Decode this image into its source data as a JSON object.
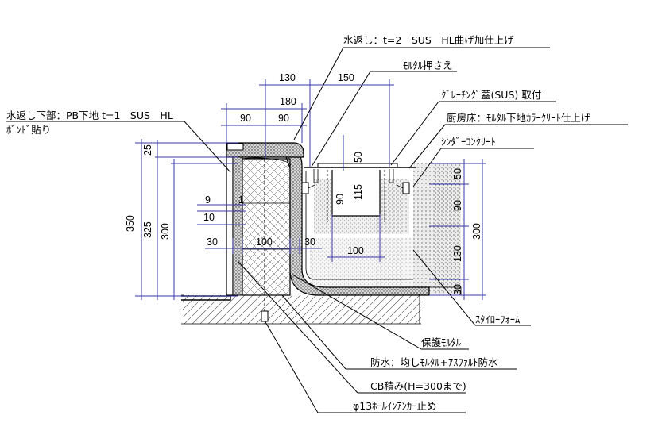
{
  "labels": {
    "top_return": "水返し：t=2　SUS　HL曲げ加仕上げ",
    "mortar_press": "ﾓﾙﾀﾙ押さえ",
    "grating": "ｸﾞﾚｰﾁﾝｸﾞ蓋(SUS) 取付",
    "kitchen_floor": "厨房床：ﾓﾙﾀﾙ下地ｶﾗｰｸﾘｰﾄ仕上げ",
    "cinder": "ｼﾝﾀﾞｰｺﾝｸﾘｰﾄ",
    "lower_return_1": "水返し下部：PB下地 t=1　SUS　HL",
    "lower_return_2": "ﾎﾞﾝﾄﾞ貼り",
    "styrofoam": "ｽﾀｲﾛｰﾌｫｰﾑ",
    "protect_mortar": "保護ﾓﾙﾀﾙ",
    "waterproof": "防水：均しﾓﾙﾀﾙ+ｱｽﾌｧﾙﾄ防水",
    "cb": "CB積み(H=300まで)",
    "anchor": "φ13ﾎｰﾙｲﾝｱﾝｶｰ止め"
  },
  "dimensions": {
    "d130": "130",
    "d150": "150",
    "d180": "180",
    "d90a": "90",
    "d90b": "90",
    "d25": "25",
    "d325": "325",
    "d350": "350",
    "d300l": "300",
    "d9": "9",
    "d1": "1",
    "d10": "10",
    "d30a": "30",
    "d100a": "100",
    "d30b": "30",
    "d50top": "50",
    "d90gut": "90",
    "d115": "115",
    "d100b": "100",
    "d50r": "50",
    "d90r": "90",
    "d130r": "130",
    "d30r": "30",
    "d300r": "300"
  }
}
